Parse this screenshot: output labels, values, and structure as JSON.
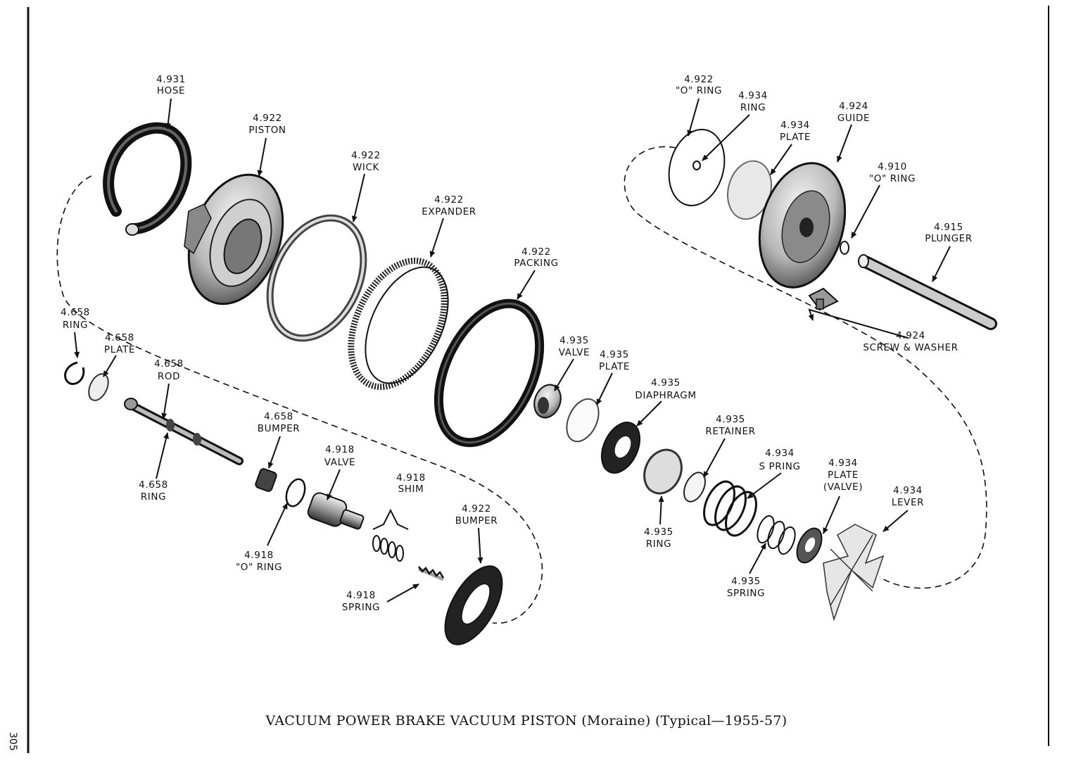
{
  "page_number": "305",
  "caption": "VACUUM POWER BRAKE VACUUM PISTON (Moraine) (Typical—1955-57)",
  "labels": {
    "hose_4931": [
      "4.931",
      "HOSE"
    ],
    "piston_4922": [
      "4.922",
      "PISTON"
    ],
    "wick_4922": [
      "4.922",
      "WICK"
    ],
    "expander_4922": [
      "4.922",
      "EXPANDER"
    ],
    "packing_4922": [
      "4.922",
      "PACKING"
    ],
    "ring_4658": [
      "4.658",
      "RING"
    ],
    "plate_4658": [
      "4.658",
      "PLATE"
    ],
    "rod_4658": [
      "4.658",
      "ROD"
    ],
    "ring_4658_lower": [
      "4.658",
      "RING"
    ],
    "bumper_4658": [
      "4.658",
      "BUMPER"
    ],
    "valve_4918": [
      "4.918",
      "VALVE"
    ],
    "shim_4918": [
      "4.918",
      "SHIM"
    ],
    "oring_4918": [
      "4.918",
      "\"O\" RING"
    ],
    "spring_4918": [
      "4.918",
      "SPRING"
    ],
    "bumper_4922": [
      "4.922",
      "BUMPER"
    ],
    "valve_4935": [
      "4.935",
      "VALVE"
    ],
    "plate_4935": [
      "4.935",
      "PLATE"
    ],
    "diaphragm_4935": [
      "4.935",
      "DIAPHRAGM"
    ],
    "retainer_4935": [
      "4.935",
      "RETAINER"
    ],
    "ring_4935": [
      "4.935",
      "RING"
    ],
    "spring_4934": [
      "4.934",
      "S PRING"
    ],
    "spring_4935": [
      "4.935",
      "SPRING"
    ],
    "plate_valve_4934": [
      "4.934",
      "PLATE",
      "(VALVE)"
    ],
    "lever_4934": [
      "4.934",
      "LEVER"
    ],
    "oring_4922": [
      "4.922",
      "\"O\" RING"
    ],
    "ring_4934": [
      "4.934",
      "RING"
    ],
    "plate_4934": [
      "4.934",
      "PLATE"
    ],
    "guide_4924": [
      "4.924",
      "GUIDE"
    ],
    "oring_4910": [
      "4.910",
      "\"O\" RING"
    ],
    "plunger_4915": [
      "4.915",
      "PLUNGER"
    ],
    "screw_washer_4924": [
      "4.924",
      "SCREW & WASHER"
    ]
  }
}
